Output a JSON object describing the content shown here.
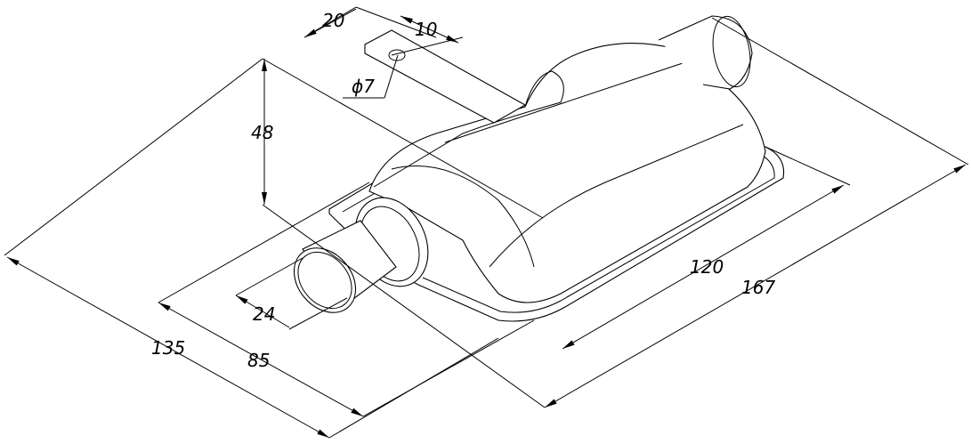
{
  "drawing": {
    "dimensions": {
      "tab_width": "20",
      "hole_offset": "10",
      "hole_diameter": "ϕ7",
      "height": "48",
      "overall_width": "135",
      "base_width": "85",
      "pipe_diameter": "24",
      "base_length": "120",
      "overall_length": "167"
    },
    "line_color": "#000000",
    "background_color": "#ffffff"
  }
}
